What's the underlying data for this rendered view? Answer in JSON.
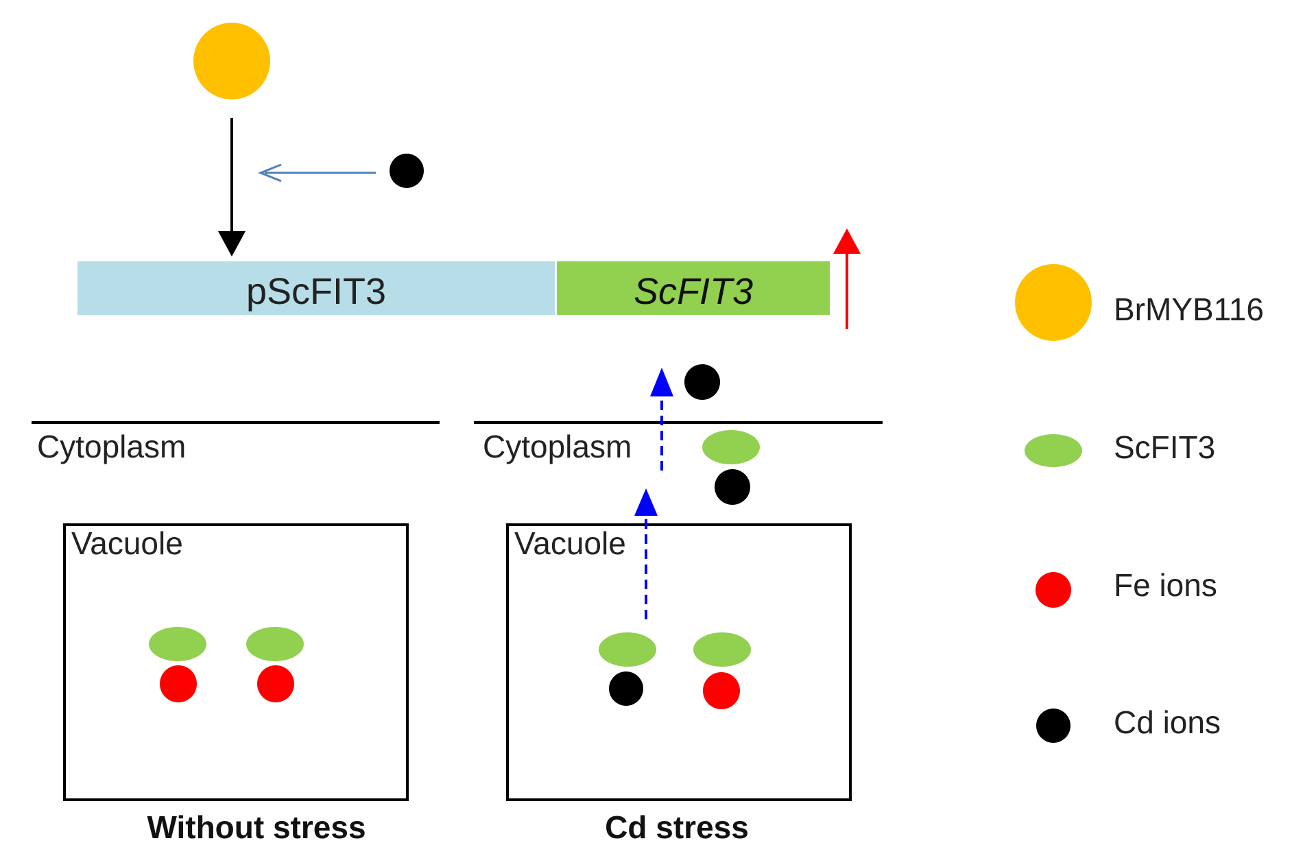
{
  "promoter": {
    "label": "pScFIT3"
  },
  "gene": {
    "label": "ScFIT3"
  },
  "panels": {
    "left": {
      "region_label": "Cytoplasm",
      "vacuole_label": "Vacuole",
      "caption": "Without stress"
    },
    "right": {
      "region_label": "Cytoplasm",
      "vacuole_label": "Vacuole",
      "caption": "Cd stress"
    }
  },
  "legend": {
    "items": [
      {
        "label": "BrMYB116",
        "shape": "circle",
        "color": "#FFC000"
      },
      {
        "label": "ScFIT3",
        "shape": "ellipse",
        "color": "#92D050"
      },
      {
        "label": "Fe ions",
        "shape": "circle",
        "color": "#FF0000"
      },
      {
        "label": "Cd ions",
        "shape": "circle",
        "color": "#000000"
      }
    ]
  },
  "colors": {
    "brmyb116": "#FFC000",
    "scfit3_protein": "#92D050",
    "fe_ion": "#FF0000",
    "cd_ion": "#000000",
    "promoter_box": "#B7DEE8",
    "gene_box": "#92D050",
    "upregulation_arrow": "#FF0000",
    "inhibition_arrow": "#4F81BD",
    "transport_arrow": "#0000FF"
  }
}
